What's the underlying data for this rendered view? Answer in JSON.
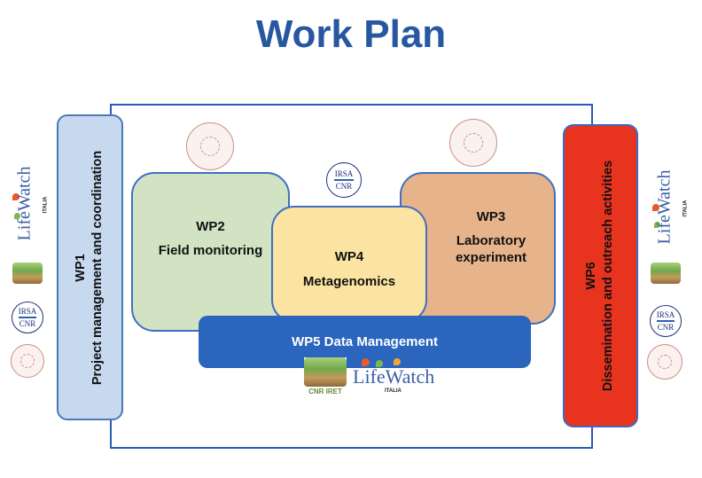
{
  "title": "Work Plan",
  "wp1": {
    "code": "WP1",
    "label": "Project management and coordination"
  },
  "wp2": {
    "code": "WP2",
    "label": "Field monitoring"
  },
  "wp3": {
    "code": "WP3",
    "label_line1": "Laboratory",
    "label_line2": "experiment"
  },
  "wp4": {
    "code": "WP4",
    "label": "Metagenomics"
  },
  "wp5": {
    "label": "WP5 Data Management"
  },
  "wp6": {
    "code": "WP6",
    "label": "Dissemination and outreach activities"
  },
  "logos": {
    "irsa_top": "IRSA",
    "irsa_bottom": "CNR",
    "cnr_iret": "CNR IRET",
    "lifewatch": "LifeWatch",
    "lifewatch_sub": "ITALIA"
  },
  "colors": {
    "title": "#2657a0",
    "frame": "#2a5bb5",
    "wp1": "#c7d9ef",
    "wp2": "#d1e3c2",
    "wp3": "#e7b38a",
    "wp4": "#fbe3a1",
    "wp5": "#2c65bd",
    "wp6": "#e8341f"
  }
}
